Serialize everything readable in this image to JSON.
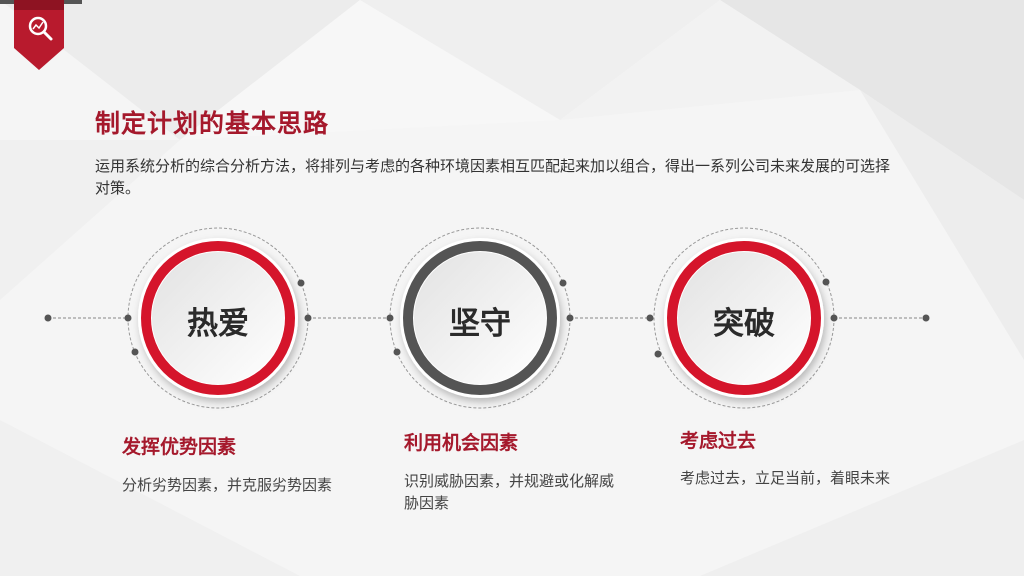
{
  "slide": {
    "title": "制定计划的基本思路",
    "description": "运用系统分析的综合分析方法，将排列与考虑的各种环境因素相互匹配起来加以组合，得出一系列公司未来发展的可选择对策。"
  },
  "theme": {
    "accent": "#d5152b",
    "dark": "#545454",
    "title_color": "#a5192c"
  },
  "items": [
    {
      "label": "热爱",
      "heading": "发挥优势因素",
      "text": "分析劣势因素，并克服劣势因素",
      "ring_color": "#d5152b"
    },
    {
      "label": "坚守",
      "heading": "利用机会因素",
      "text": "识别威胁因素，并规避或化解威胁因素",
      "ring_color": "#545454"
    },
    {
      "label": "突破",
      "heading": "考虑过去",
      "text": "考虑过去，立足当前，着眼未来",
      "ring_color": "#d5152b"
    }
  ],
  "icons": {
    "badge": "search-chart-icon"
  }
}
